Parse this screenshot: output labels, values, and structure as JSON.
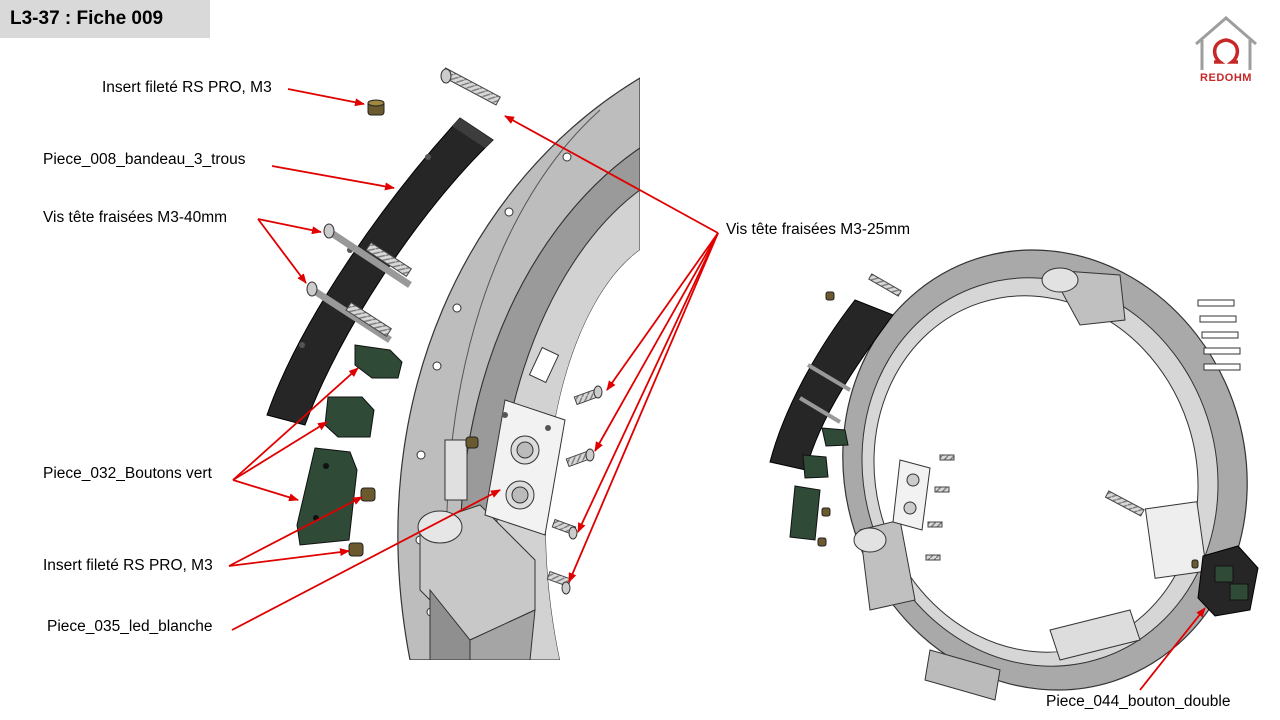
{
  "header": {
    "title": "L3-37 : Fiche 009"
  },
  "logo": {
    "text": "REDOHM",
    "icon": "omega-house-icon",
    "color": "#c62828"
  },
  "callouts": {
    "insert_top": "Insert fileté RS PRO, M3",
    "bandeau": "Piece_008_bandeau_3_trous",
    "vis_40": "Vis tête fraisées M3-40mm",
    "vis_25": "Vis tête fraisées M3-25mm",
    "boutons_vert": "Piece_032_Boutons vert",
    "insert_bottom": "Insert fileté RS PRO, M3",
    "led": "Piece_035_led_blanche",
    "bouton_double": "Piece_044_bouton_double"
  },
  "colors": {
    "arrow": "#e00000",
    "part_black": "#262626",
    "part_green": "#2f4a36",
    "frame_grey": "#a9a9a9"
  }
}
